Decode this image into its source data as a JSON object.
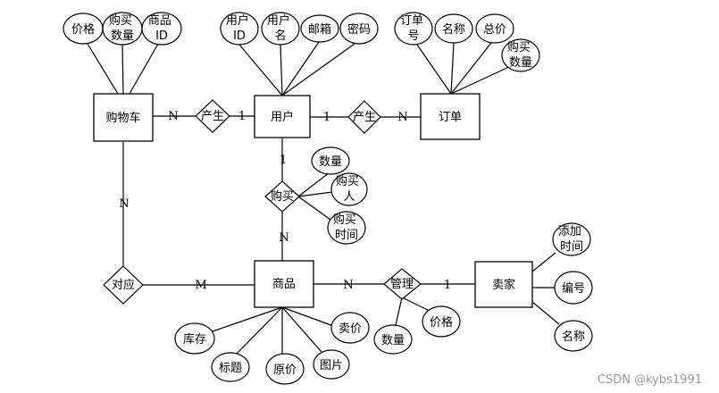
{
  "entities": {
    "cart": "购物车",
    "user": "用户",
    "order": "订单",
    "product": "商品",
    "seller": "卖家"
  },
  "relationships": {
    "gen_left": "产生",
    "gen_right": "产生",
    "buy": "购买",
    "correspond": "对应",
    "manage": "管理"
  },
  "attributes": {
    "cart_price": "价格",
    "cart_qty": [
      "购买",
      "数量"
    ],
    "cart_pid": [
      "商品",
      "ID"
    ],
    "user_id": [
      "用户",
      "ID"
    ],
    "user_name": [
      "用户",
      "名"
    ],
    "user_email": "邮箱",
    "user_pwd": "密码",
    "order_no": [
      "订单",
      "号"
    ],
    "order_name": "名称",
    "order_total": "总价",
    "order_qty": [
      "购买",
      "数量"
    ],
    "buy_qty": "数量",
    "buy_buyer": [
      "购买",
      "人"
    ],
    "buy_time": [
      "购买",
      "时间"
    ],
    "prod_stock": "库存",
    "prod_title": "标题",
    "prod_orig": "原价",
    "prod_img": "图片",
    "prod_sale": "卖价",
    "mgr_qty": "数量",
    "mgr_price": "价格",
    "seller_time": [
      "添加",
      "时间"
    ],
    "seller_no": "编号",
    "seller_name": "名称"
  },
  "cardinalities": {
    "cart_gen": "N",
    "gen_user": "1",
    "user_gen": "1",
    "gen_order": "N",
    "user_buy": "1",
    "buy_prod": "N",
    "cart_corr": "N",
    "corr_prod": "M",
    "prod_mgr": "N",
    "mgr_seller": "1"
  },
  "watermark": "CSDN @kybs1991"
}
